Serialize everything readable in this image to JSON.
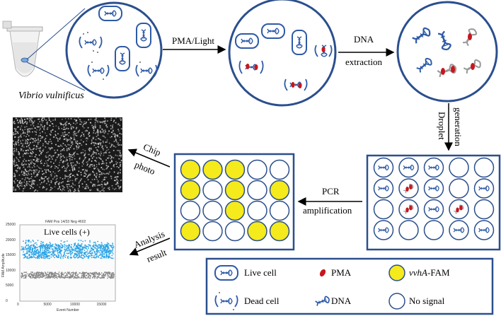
{
  "labels": {
    "organism": "Vibrio vulnificus",
    "step_pma": "PMA/Light",
    "step_dna_1": "DNA",
    "step_dna_2": "extraction",
    "step_droplet_1": "Droplet",
    "step_droplet_2": "generation",
    "step_pcr_1": "PCR",
    "step_pcr_2": "amplification",
    "step_chip_1": "Chip",
    "step_chip_2": "photo",
    "step_analysis_1": "Analysis",
    "step_analysis_2": "result"
  },
  "plot": {
    "title": "FAM Pos 14/33 Neg 4602",
    "overlay_label": "Live cells (+)",
    "xlabel": "Event Number",
    "ylabel": "FAM Amplitude",
    "yticks": [
      "25000",
      "20000",
      "15000",
      "10000",
      "5000",
      "0"
    ],
    "xticks": [
      "0",
      "5000",
      "10000",
      "15000"
    ],
    "positive_band_color": "#29a3e6",
    "negative_band_color": "#888888"
  },
  "legend": {
    "live_cell": "Live cell",
    "dead_cell": "Dead cell",
    "pma": "PMA",
    "dna": "DNA",
    "fam_prefix": "vvhA",
    "fam_suffix": "-FAM",
    "no_signal": "No signal"
  },
  "colors": {
    "frame": "#2b4f8e",
    "cell": "#2e5aa6",
    "pma": "#c8161d",
    "positive_well": "#f5ea1b",
    "dead_dna": "#9a9a9a"
  },
  "wells": {
    "rows": [
      [
        1,
        1,
        1,
        0,
        0
      ],
      [
        1,
        0,
        1,
        0,
        1
      ],
      [
        0,
        0,
        1,
        0,
        0
      ],
      [
        1,
        0,
        0,
        1,
        1
      ]
    ]
  },
  "droplets": {
    "rows": [
      [
        "dna",
        "dna",
        "dna",
        "empty",
        "empty"
      ],
      [
        "dna",
        "dead",
        "dna",
        "empty",
        "dna"
      ],
      [
        "empty",
        "dead",
        "dna",
        "dead",
        "empty"
      ],
      [
        "dna",
        "empty",
        "empty",
        "dna",
        "dna"
      ]
    ]
  }
}
